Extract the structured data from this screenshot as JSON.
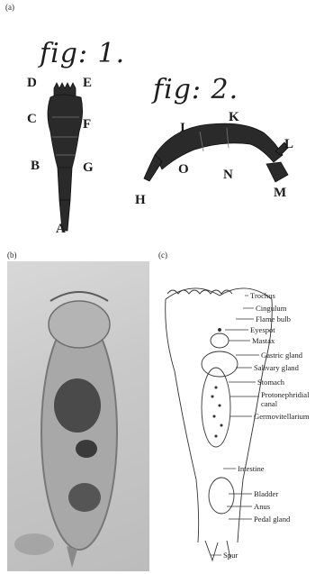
{
  "panels": {
    "a": {
      "label": "(a)",
      "fig1_title": "fig: 1.",
      "fig2_title": "fig: 2.",
      "fig1_letters": [
        "D",
        "E",
        "C",
        "F",
        "B",
        "G",
        "A"
      ],
      "fig2_letters": [
        "I",
        "K",
        "L",
        "O",
        "N",
        "H",
        "M"
      ]
    },
    "b": {
      "label": "(b)"
    },
    "c": {
      "label": "(c)",
      "annotations": [
        "Trochus",
        "Cingulum",
        "Flame bulb",
        "Eyespot",
        "Mastax",
        "Gastric gland",
        "Salivary gland",
        "Stomach",
        "Protonephridial",
        "canal",
        "Germovitellarium",
        "Intestine",
        "Bladder",
        "Anus",
        "Pedal gland",
        "Spur"
      ]
    }
  }
}
